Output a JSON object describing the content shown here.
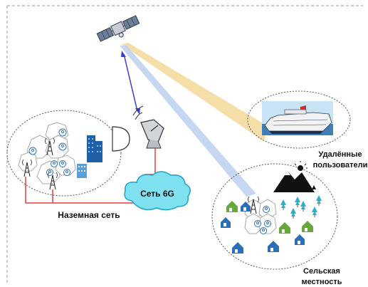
{
  "labels": {
    "network_6g": "Сеть 6G",
    "terrestrial": "Наземная сеть",
    "remote_line1": "Удалённые",
    "remote_line2": "пользователи",
    "rural_line1": "Сельская",
    "rural_line2": "местность"
  },
  "colors": {
    "frame": "#9a9a9a",
    "ellipse": "#555555",
    "red_link": "#e0403a",
    "blue_link": "#3a3fd0",
    "beam_yellow": "#f5d89a",
    "beam_blue": "#bcd0f0",
    "cloud_fill": "#7fe0f0",
    "cloud_stroke": "#1aa4c8",
    "hex_stroke": "#a8a8a8",
    "building": "#1f5fa8",
    "house_blue": "#2a6fb8",
    "house_green": "#66a83a",
    "tree": "#2ab0c0"
  },
  "icons": [
    "satellite-icon",
    "satellite-dish-icon",
    "ground-antenna-icon",
    "cell-tower-icon",
    "user-icon",
    "building-icon",
    "cloud-icon",
    "cruise-ship-icon",
    "mountain-icon",
    "house-icon",
    "tree-icon"
  ]
}
